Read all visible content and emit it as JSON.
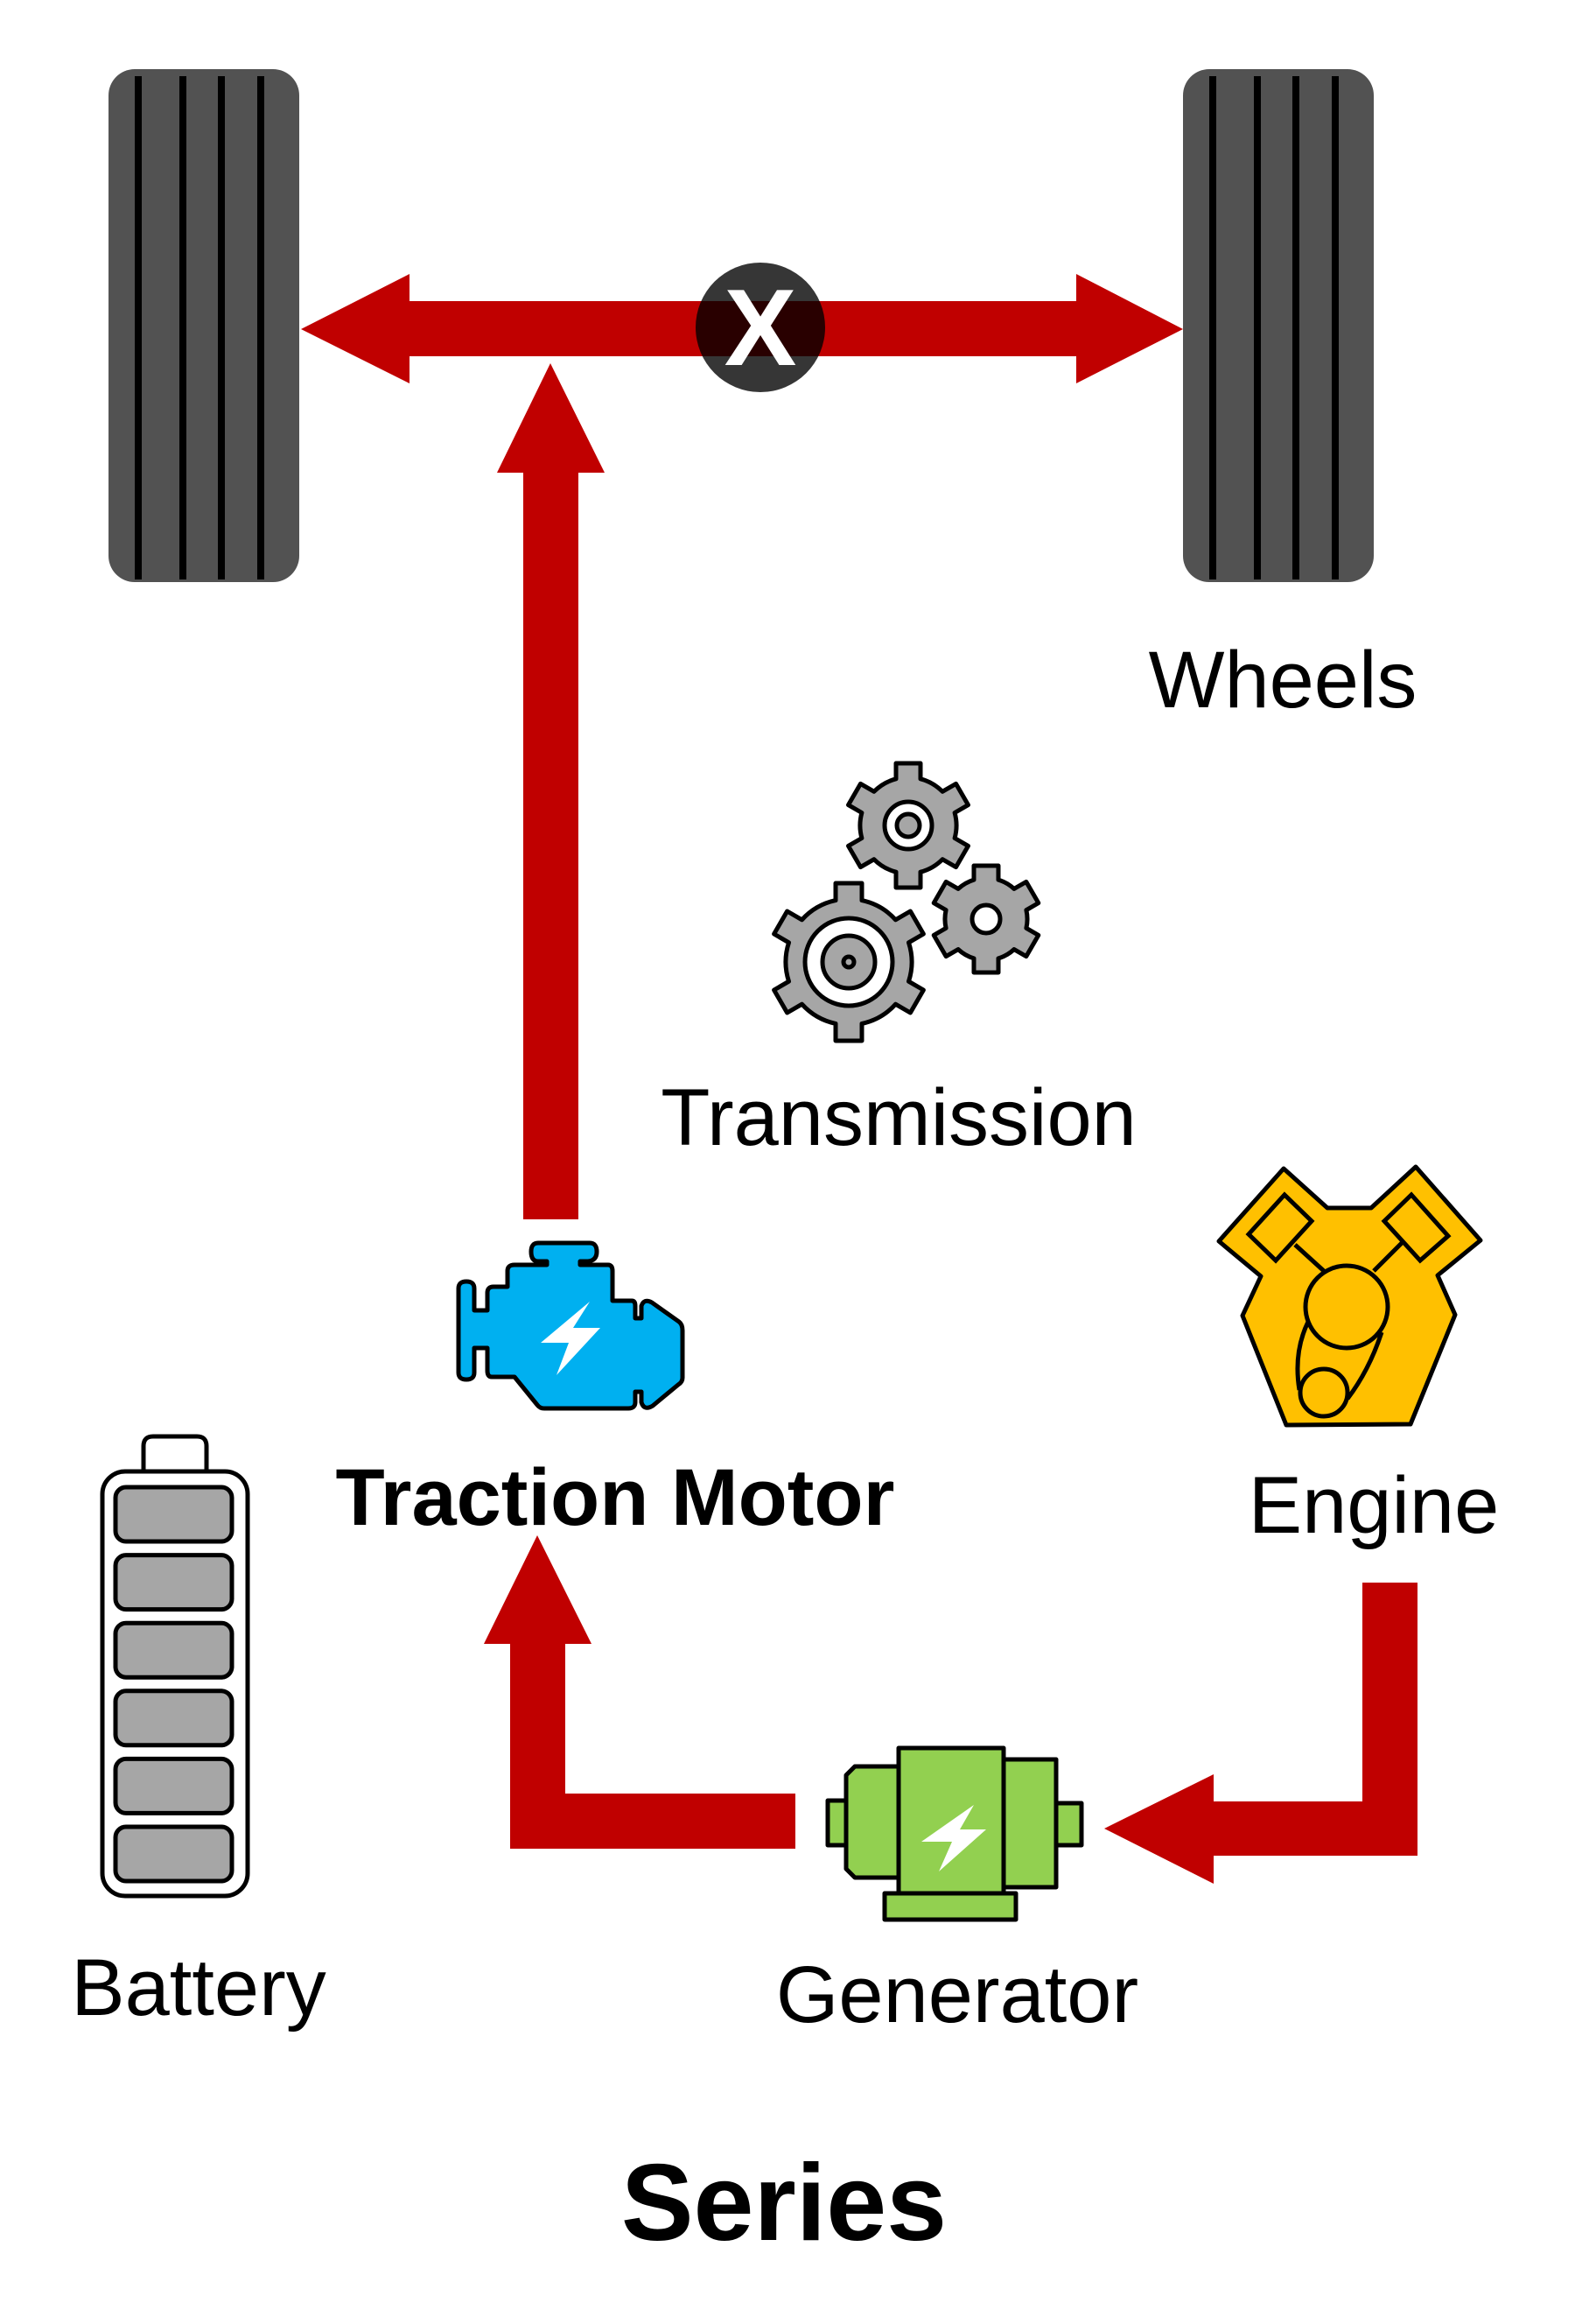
{
  "diagram": {
    "title": "Series",
    "description": "Series hybrid powertrain: engine drives generator, which powers the traction motor that drives the wheels",
    "colors": {
      "flow_arrow": "#c00000",
      "tire": "#525252",
      "tire_groove": "#000000",
      "traction_motor": "#00b0f0",
      "engine": "#ffc000",
      "generator": "#92d050",
      "gear": "#a6a6a6",
      "battery_cell": "#a6a6a6",
      "disabled_marker": "#000000"
    },
    "components": {
      "wheels": {
        "label": "Wheels",
        "icon": "tire-icon"
      },
      "transmission": {
        "label": "Transmission",
        "icon": "gears-icon",
        "active": false
      },
      "traction_motor": {
        "label": "Traction Motor",
        "icon": "electric-motor-icon",
        "emphasized": true
      },
      "engine": {
        "label": "Engine",
        "icon": "engine-icon"
      },
      "generator": {
        "label": "Generator",
        "icon": "generator-icon"
      },
      "battery": {
        "label": "Battery",
        "icon": "battery-icon",
        "cells": 6
      }
    },
    "disabled_marker": {
      "symbol": "X",
      "meaning": "mechanical link bypassed"
    },
    "flows": [
      {
        "from": "engine",
        "to": "generator"
      },
      {
        "from": "generator",
        "to": "traction_motor"
      },
      {
        "from": "traction_motor",
        "to": "wheels"
      },
      {
        "from": "axle",
        "to": "left_wheel"
      },
      {
        "from": "axle",
        "to": "right_wheel"
      }
    ]
  }
}
